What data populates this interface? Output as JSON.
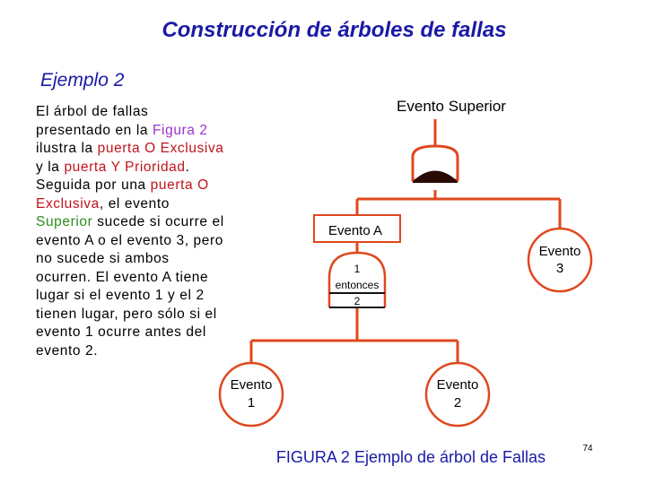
{
  "title": "Construcción de árboles de fallas",
  "subtitle": "Ejemplo 2",
  "description": {
    "t1": "El árbol de fallas presentado en la ",
    "figura": "Figura 2",
    "t2": " ilustra la ",
    "puerta_o_exclusiva": "puerta O Exclusiva",
    "t3": " y la ",
    "puerta_y_prioridad": "puerta Y Prioridad",
    "t4": ". Seguida por una ",
    "puerta_o": "puerta O Exclusiva",
    "t5": ", el evento ",
    "superior": "Superior",
    "t6": " sucede si ocurre el evento A o el evento 3, pero no sucede si ambos ocurren. El evento A tiene lugar si el evento 1 y el 2 tienen lugar, pero sólo si el evento 1 ocurre antes del evento 2."
  },
  "diagram": {
    "top_event": "Evento Superior",
    "event_a": "Evento A",
    "event_3_line1": "Evento",
    "event_3_line2": "3",
    "condition_line1": "1",
    "condition_line2": "entonces",
    "condition_line3": "2",
    "event_1_line1": "Evento",
    "event_1_line2": "1",
    "event_2_line1": "Evento",
    "event_2_line2": "2",
    "line_color": "#e0481e"
  },
  "caption": "FIGURA 2 Ejemplo de árbol de Fallas",
  "page_number": "74"
}
